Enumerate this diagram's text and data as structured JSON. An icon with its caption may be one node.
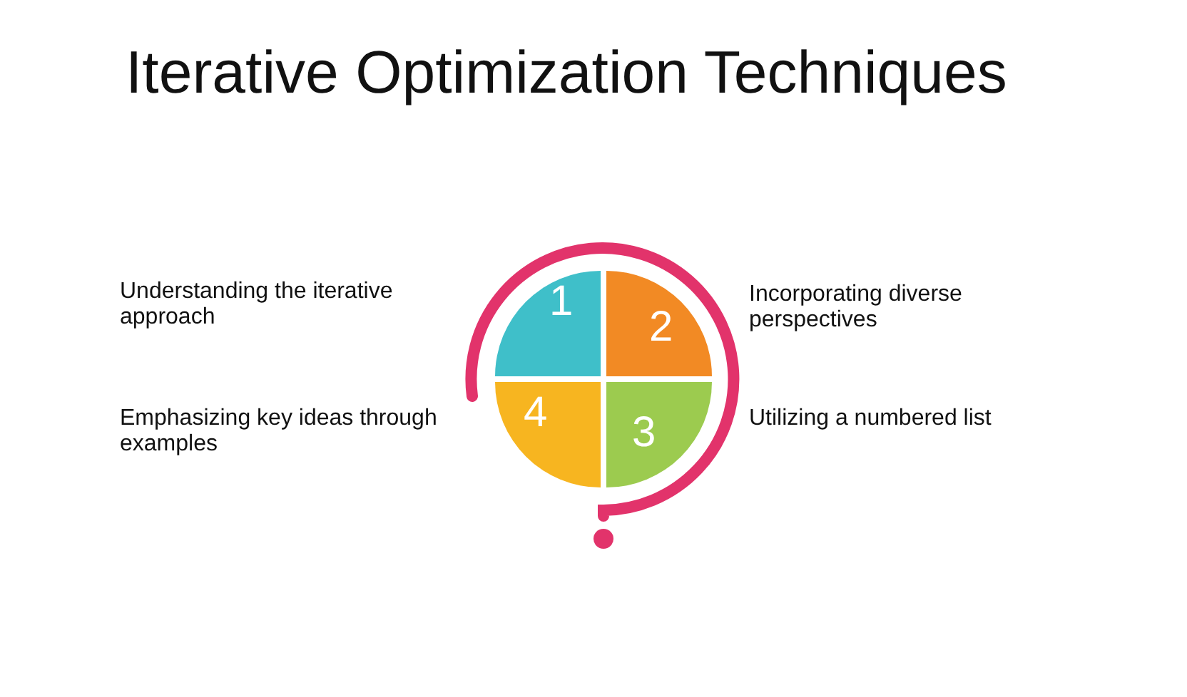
{
  "diagram": {
    "title": "Iterative Optimization Techniques",
    "nodes": [
      {
        "text": [
          "1"
        ]
      },
      {
        "text": [
          "2"
        ]
      },
      {
        "text": [
          "4"
        ]
      },
      {
        "text": [
          "3"
        ]
      }
    ],
    "labels": [
      "Understanding the iterative approach",
      "Incorporating diverse perspectives",
      "Emphasizing key ideas through examples",
      "Utilizing a numbered list"
    ]
  }
}
